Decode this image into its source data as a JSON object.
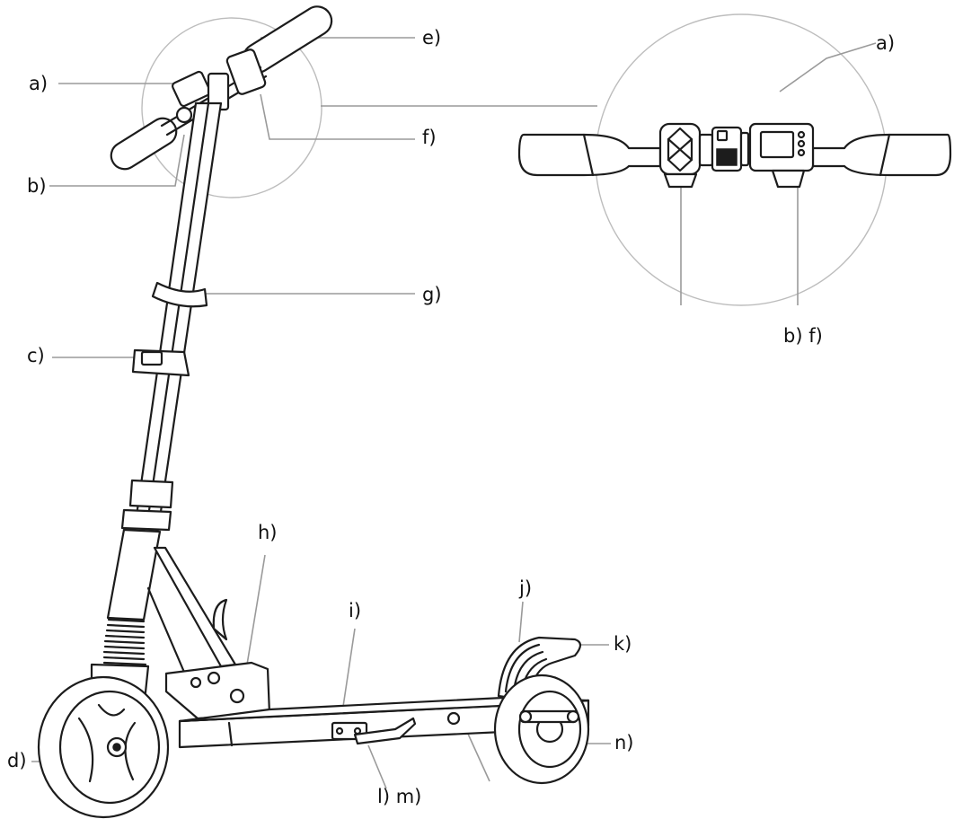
{
  "labels": {
    "a_main": "a)",
    "b_main": "b)",
    "c": "c)",
    "d": "d)",
    "e": "e)",
    "f_main": "f)",
    "g": "g)",
    "h": "h)",
    "i": "i)",
    "j": "j)",
    "k": "k)",
    "lm": "l) m)",
    "n": "n)",
    "a_detail": "a)",
    "bf_detail": "b) f)"
  }
}
